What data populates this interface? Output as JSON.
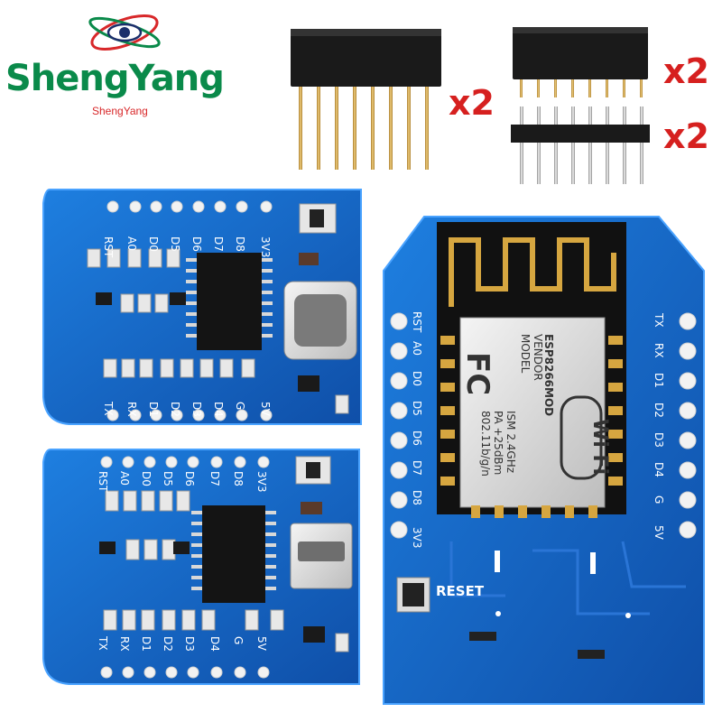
{
  "brand": {
    "name": "ShengYang",
    "tagline": "ShengYang",
    "color": "#0a8a4a",
    "accent": "#d8282a"
  },
  "quantities": {
    "female_long": "x2",
    "female_short": "x2",
    "male_short": "x2"
  },
  "board_typec": {
    "top_pins": [
      "RST",
      "A0",
      "D0",
      "D5",
      "D6",
      "D7",
      "D8",
      "3V3"
    ],
    "bottom_pins": [
      "TX",
      "RX",
      "D1",
      "D2",
      "D3",
      "D4",
      "G",
      "5V"
    ]
  },
  "board_micro": {
    "top_pins": [
      "RST",
      "A0",
      "D0",
      "D5",
      "D6",
      "D7",
      "D8",
      "3V3"
    ],
    "bottom_pins": [
      "TX",
      "RX",
      "D1",
      "D2",
      "D3",
      "D4",
      "G",
      "5V"
    ]
  },
  "board_esp": {
    "left_pins": [
      "RST",
      "A0",
      "D0",
      "D5",
      "D6",
      "D7",
      "D8",
      "3V3"
    ],
    "right_pins": [
      "TX",
      "RX",
      "D1",
      "D2",
      "D3",
      "D4",
      "G",
      "5V"
    ],
    "reset_label": "RESET",
    "module_text": [
      "MODEL",
      "VENDOR",
      "ESP8266MOD",
      "ISM 2.4GHz",
      "PA +25dBm",
      "802.11b/g/n"
    ],
    "fc_mark": "FC",
    "wifi_mark": "Wi Fi"
  },
  "colors": {
    "pcb": "#1565c8",
    "pcb_edge": "#1e8be0",
    "gold": "#d2a44a",
    "silver": "#c8c8c8",
    "header": "#1a1a1a"
  }
}
